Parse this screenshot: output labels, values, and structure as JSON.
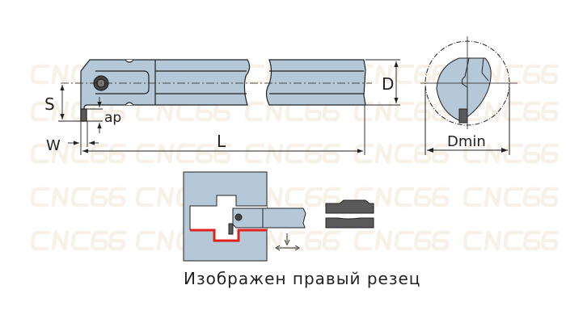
{
  "watermark": "CNC66",
  "labels": {
    "S": "S",
    "ap": "ap",
    "W": "W",
    "L": "L",
    "D": "D",
    "Dmin": "Dmin"
  },
  "caption": "Изображен правый резец",
  "colors": {
    "body": "#b4c8d8",
    "insert": "#5a5a5a",
    "cut_profile": "#e0201f",
    "outline": "#222222"
  }
}
